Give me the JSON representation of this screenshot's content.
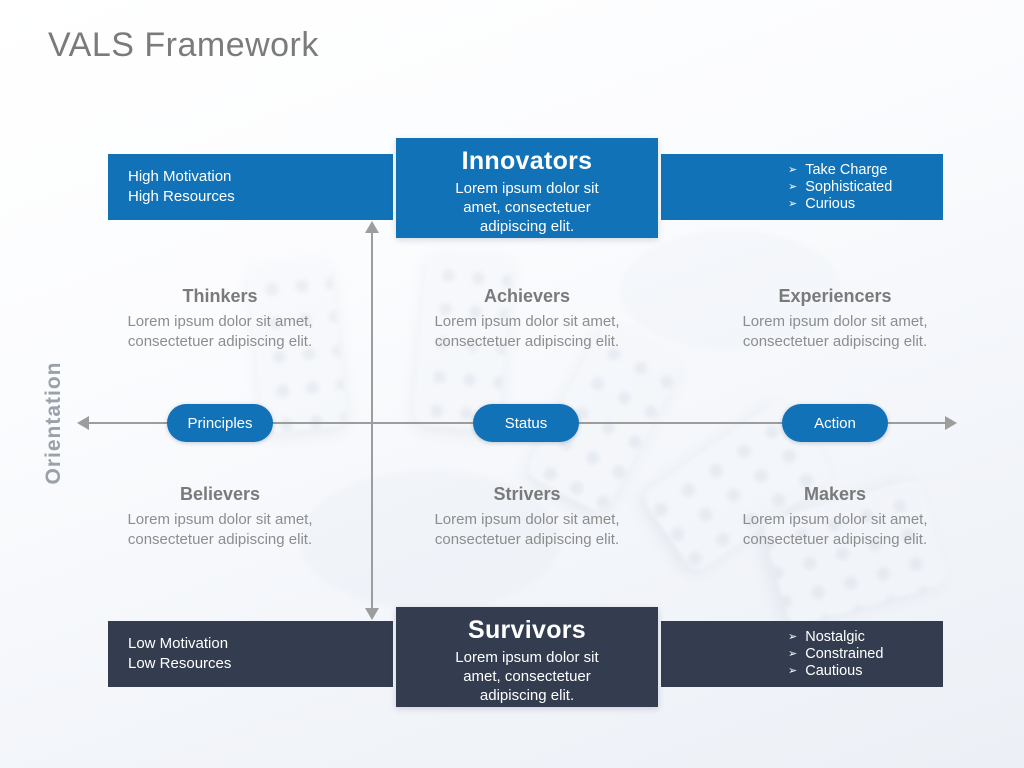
{
  "title": "VALS Framework",
  "y_axis_label": "Orientation",
  "icons": {
    "bullet": "➢"
  },
  "colors": {
    "accent_blue": "#1272B8",
    "dark_navy": "#333D4F",
    "title_gray": "#7B7B7B",
    "body_gray": "#8D8D8D",
    "axis_gray": "#9D9D9D"
  },
  "top_band": {
    "left_bar": {
      "line1": "High Motivation",
      "line2": "High Resources"
    },
    "center_box": {
      "title": "Innovators",
      "body": "Lorem ipsum dolor sit amet, consectetuer adipiscing elit."
    },
    "right_bar": {
      "bullets": [
        "Take Charge",
        "Sophisticated",
        "Curious"
      ]
    }
  },
  "bottom_band": {
    "left_bar": {
      "line1": "Low Motivation",
      "line2": "Low Resources"
    },
    "center_box": {
      "title": "Survivors",
      "body": "Lorem ipsum dolor sit amet, consectetuer adipiscing elit."
    },
    "right_bar": {
      "bullets": [
        "Nostalgic",
        "Constrained",
        "Cautious"
      ]
    }
  },
  "axis_ovals": [
    {
      "label": "Principles"
    },
    {
      "label": "Status"
    },
    {
      "label": "Action"
    }
  ],
  "segments": {
    "upper": [
      {
        "title": "Thinkers",
        "body": "Lorem ipsum dolor sit amet, consectetuer adipiscing elit."
      },
      {
        "title": "Achievers",
        "body": "Lorem ipsum dolor sit amet, consectetuer adipiscing elit."
      },
      {
        "title": "Experiencers",
        "body": "Lorem ipsum dolor sit amet, consectetuer adipiscing elit."
      }
    ],
    "lower": [
      {
        "title": "Believers",
        "body": "Lorem ipsum dolor sit amet, consectetuer adipiscing elit."
      },
      {
        "title": "Strivers",
        "body": "Lorem ipsum dolor sit amet, consectetuer adipiscing elit."
      },
      {
        "title": "Makers",
        "body": "Lorem ipsum dolor sit amet, consectetuer adipiscing elit."
      }
    ]
  }
}
